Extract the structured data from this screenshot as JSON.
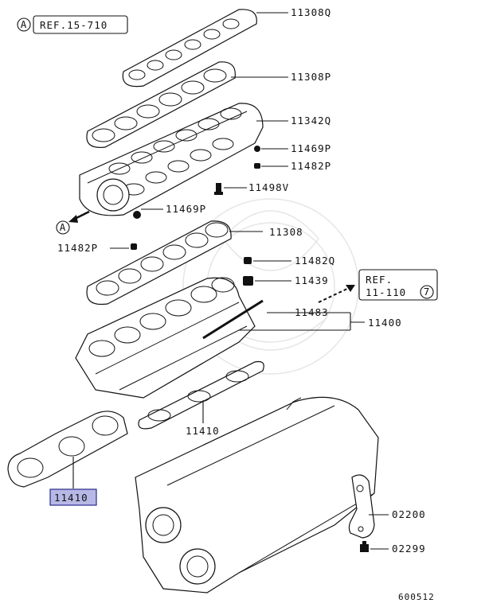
{
  "ref_a": {
    "circle": "A",
    "text": "REF.15-710"
  },
  "arrow_a": {
    "circle": "A"
  },
  "ref_b": {
    "line1": "REF.",
    "line2": "11-110",
    "circle": "7"
  },
  "callouts": {
    "p11308q": "11308Q",
    "p11308p": "11308P",
    "p11342q": "11342Q",
    "p11469p_top": "11469P",
    "p11482p_top": "11482P",
    "p11498v": "11498V",
    "p11469p_mid": "11469P",
    "p11308": "11308",
    "p11482p_left": "11482P",
    "p11482q": "11482Q",
    "p11439": "11439",
    "p11483": "11483",
    "p11400": "11400",
    "p11410_mid": "11410",
    "p11410_highlight": "11410",
    "p02200": "02200",
    "p02299": "02299"
  },
  "diagram_id": "600512",
  "colors": {
    "highlight_fill": "#b8b8e6",
    "highlight_stroke": "#2a2a8a",
    "line": "#111111"
  }
}
